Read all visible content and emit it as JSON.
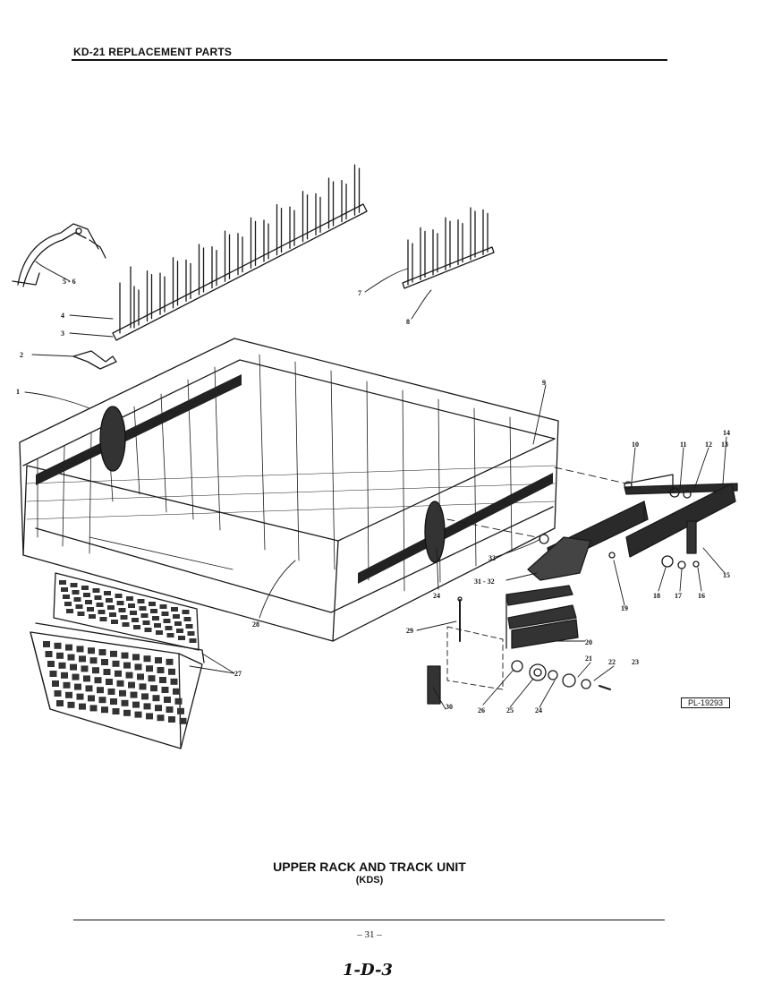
{
  "header": {
    "title": "KD-21 REPLACEMENT PARTS"
  },
  "caption": {
    "title": "UPPER RACK AND TRACK UNIT",
    "subtitle": "(KDS)"
  },
  "reference_code": "PL-19293",
  "page_number": "– 31 –",
  "handwritten_note": "1-D-3",
  "callouts": [
    {
      "id": "c1",
      "label": "1"
    },
    {
      "id": "c2",
      "label": "2"
    },
    {
      "id": "c3",
      "label": "3"
    },
    {
      "id": "c4",
      "label": "4"
    },
    {
      "id": "c56",
      "label": "5 - 6"
    },
    {
      "id": "c7",
      "label": "7"
    },
    {
      "id": "c8",
      "label": "8"
    },
    {
      "id": "c9",
      "label": "9"
    },
    {
      "id": "c10",
      "label": "10"
    },
    {
      "id": "c11",
      "label": "11"
    },
    {
      "id": "c12",
      "label": "12"
    },
    {
      "id": "c13",
      "label": "13"
    },
    {
      "id": "c14",
      "label": "14"
    },
    {
      "id": "c15",
      "label": "15"
    },
    {
      "id": "c16",
      "label": "16"
    },
    {
      "id": "c17",
      "label": "17"
    },
    {
      "id": "c18",
      "label": "18"
    },
    {
      "id": "c19",
      "label": "19"
    },
    {
      "id": "c20",
      "label": "20"
    },
    {
      "id": "c21",
      "label": "21"
    },
    {
      "id": "c22",
      "label": "22"
    },
    {
      "id": "c23",
      "label": "23"
    },
    {
      "id": "c24a",
      "label": "24"
    },
    {
      "id": "c24b",
      "label": "24"
    },
    {
      "id": "c25",
      "label": "25"
    },
    {
      "id": "c26",
      "label": "26"
    },
    {
      "id": "c27",
      "label": "27"
    },
    {
      "id": "c28",
      "label": "28"
    },
    {
      "id": "c29",
      "label": "29"
    },
    {
      "id": "c30",
      "label": "30"
    },
    {
      "id": "c3132",
      "label": "31 - 32"
    },
    {
      "id": "c33",
      "label": "33"
    }
  ]
}
